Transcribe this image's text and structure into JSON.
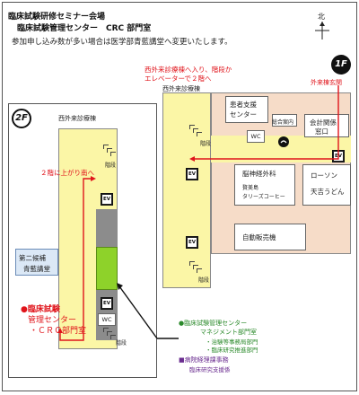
{
  "header": {
    "title1": "臨床試験研修セミナー会場",
    "title2": "臨床試験管理センター　CRC 部門室",
    "note": "参加申し込み数が多い場合は医学部青藍講堂へ変更いたします。"
  },
  "north": {
    "label": "北"
  },
  "floors": {
    "f1": {
      "badge": "1F",
      "building": "西外来診療棟"
    },
    "f2": {
      "badge": "2F",
      "building": "西外来診療棟"
    }
  },
  "labels": {
    "f1_instruction_line1": "西外来診療棟へ入り、階段か",
    "f1_instruction_line2": "エレベーターで２階へ",
    "east_entrance": "外来棟玄関",
    "patient_support_1": "患者支援",
    "patient_support_2": "センター",
    "info_desk": "総合案内",
    "accounting_1": "会計関係",
    "accounting_2": "窓口",
    "wc": "WC",
    "ev": "EV",
    "stairs": "階段",
    "dental": "脳神経外科",
    "tullys_1": "贅美島",
    "tullys_2": "タリーズコーヒー",
    "lawson": "ローソン",
    "udon": "天吉うどん",
    "vending": "自動販売機",
    "f2_instruction": "２階に上がり南へ",
    "lecture_1": "第二候補",
    "lecture_2": "青藍講堂",
    "target_1": "●臨床試験",
    "target_2": "管理センター",
    "target_3": "・ＣＲＣ部門室"
  },
  "legend": {
    "line1": "●臨床試験管理センター",
    "line2": "マネジメント部門室",
    "line3": "・治験等事務局部門",
    "line4": "・臨床研究推進部門",
    "line5": "■病院経理課事務",
    "line6": "臨床研究支援係"
  },
  "colors": {
    "corridor": "#fbf6a6",
    "building_bg": "#f6dcc8",
    "target_room": "#8ed22a",
    "grey_room": "#8c8c8c",
    "lecture_room": "#dbe8f6",
    "route": "#e0141b",
    "legend_green": "#2b8a2b",
    "legend_purple": "#6a2c8f"
  }
}
